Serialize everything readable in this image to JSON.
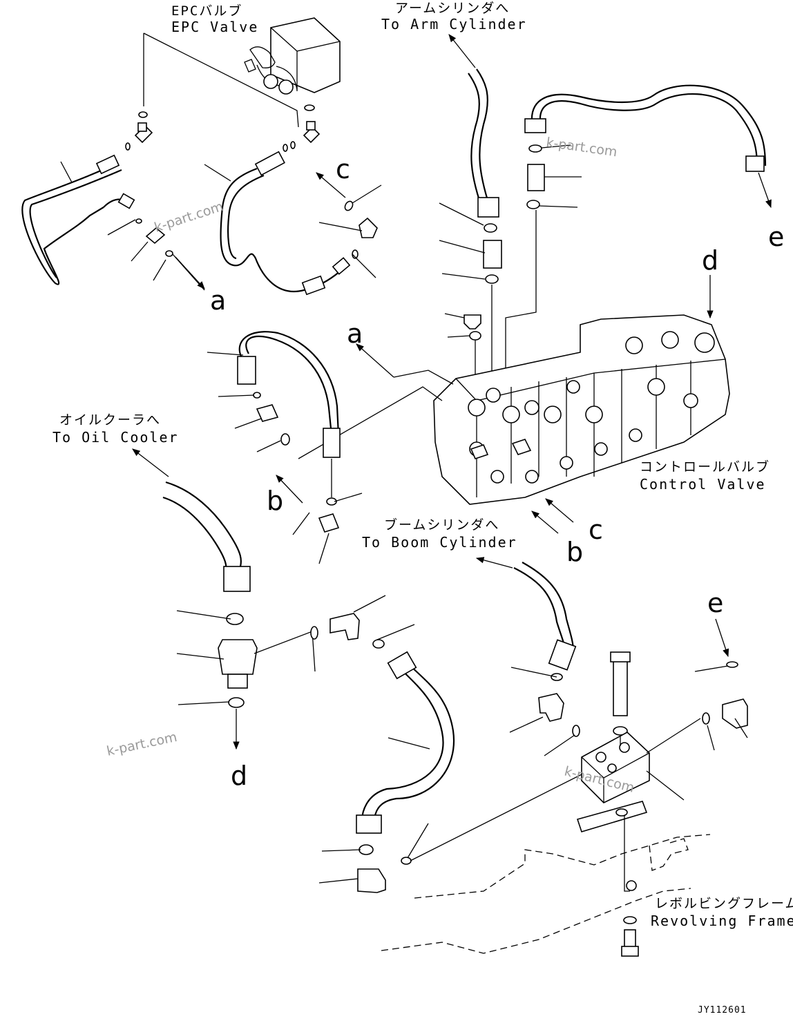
{
  "labels": {
    "epc_valve_jp": "EPCバルブ",
    "epc_valve_en": "EPC Valve",
    "arm_cylinder_jp": "アームシリンダへ",
    "arm_cylinder_en": "To Arm Cylinder",
    "oil_cooler_jp": "オイルクーラへ",
    "oil_cooler_en": "To Oil Cooler",
    "control_valve_jp": "コントロールバルブ",
    "control_valve_en": "Control Valve",
    "boom_cylinder_jp": "ブームシリンダへ",
    "boom_cylinder_en": "To Boom Cylinder",
    "revolving_frame_jp": "レボルビングフレーム",
    "revolving_frame_en": "Revolving Frame"
  },
  "connection_letters": {
    "a": "a",
    "b": "b",
    "c": "c",
    "d": "d",
    "e": "e"
  },
  "watermark": "k-part.com",
  "drawing_code": "JY112601"
}
